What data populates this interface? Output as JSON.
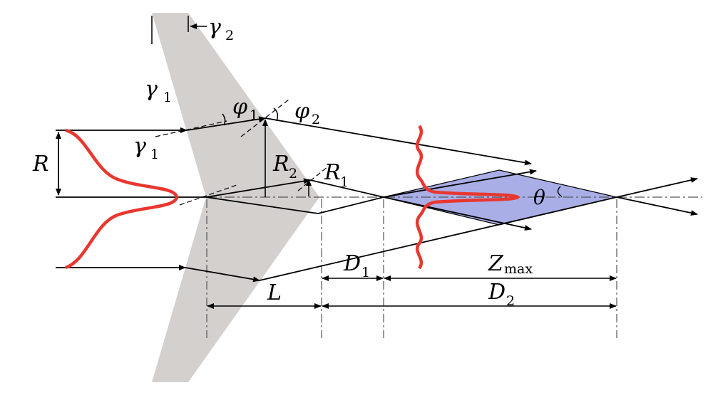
{
  "labels": {
    "gamma1_top": "γ",
    "gamma1_top_sub": "1",
    "gamma2": "γ",
    "gamma2_sub": "2",
    "gamma1_mid": "γ",
    "gamma1_mid_sub": "1",
    "phi1": "φ",
    "phi1_sub": "1",
    "phi2": "φ",
    "phi2_sub": "2",
    "R": "R",
    "R2": "R",
    "R2_sub": "2",
    "R1": "R",
    "R1_sub": "1",
    "theta": "θ",
    "D1": "D",
    "D1_sub": "1",
    "Zmax": "Z",
    "Zmax_sub": "max",
    "D2": "D",
    "D2_sub": "2",
    "L": "L"
  },
  "colors": {
    "prism": "#d3d0ce",
    "bessel_region": "#a9aee6",
    "gaussian_curve": "#e8372f",
    "lines": "#000000"
  }
}
